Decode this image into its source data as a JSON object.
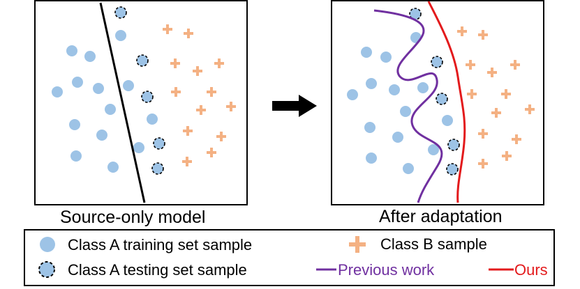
{
  "panels": {
    "left_caption": "Source-only model",
    "right_caption": "After adaptation"
  },
  "legend": {
    "class_a_train": "Class A training set sample",
    "class_b": "Class B sample",
    "class_a_test": "Class A testing set sample",
    "previous_work": "Previous work",
    "ours": "Ours"
  },
  "colors": {
    "class_a": "#9dc3e6",
    "class_b": "#f4b183",
    "previous_work": "#7030a0",
    "ours": "#e31a1c",
    "source_boundary": "#000000",
    "arrow": "#000000"
  },
  "icons": {
    "class_a_train": "filled-circle-icon",
    "class_a_test": "dashed-circle-icon",
    "class_b": "plus-icon",
    "transition": "right-arrow-icon"
  }
}
